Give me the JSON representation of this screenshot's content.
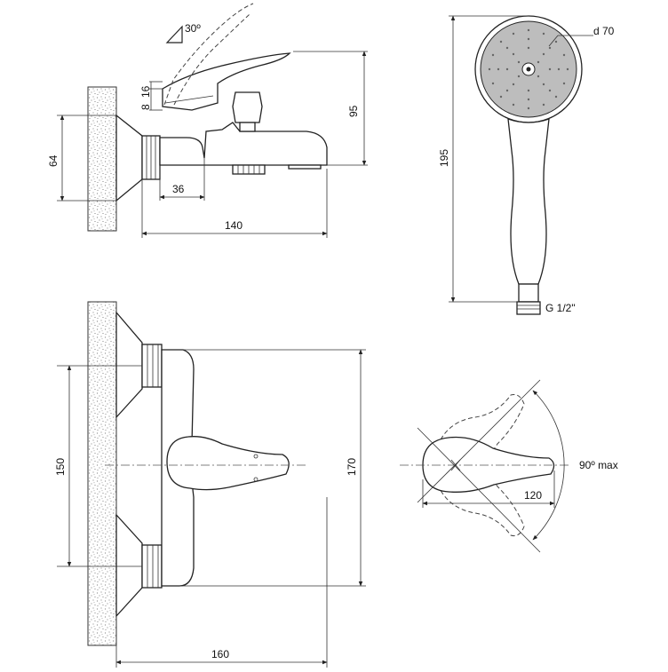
{
  "drawing": {
    "dimensions": {
      "angle_top": "30º",
      "handle_8": "8",
      "handle_16": "16",
      "height_95": "95",
      "wall_64": "64",
      "spout_36": "36",
      "length_140": "140",
      "height_195": "195",
      "diameter_70": "d 70",
      "thread": "G 1/2\"",
      "spacing_150": "150",
      "width_170": "170",
      "depth_160": "160",
      "lever_120": "120",
      "angle_max": "90º max"
    }
  }
}
